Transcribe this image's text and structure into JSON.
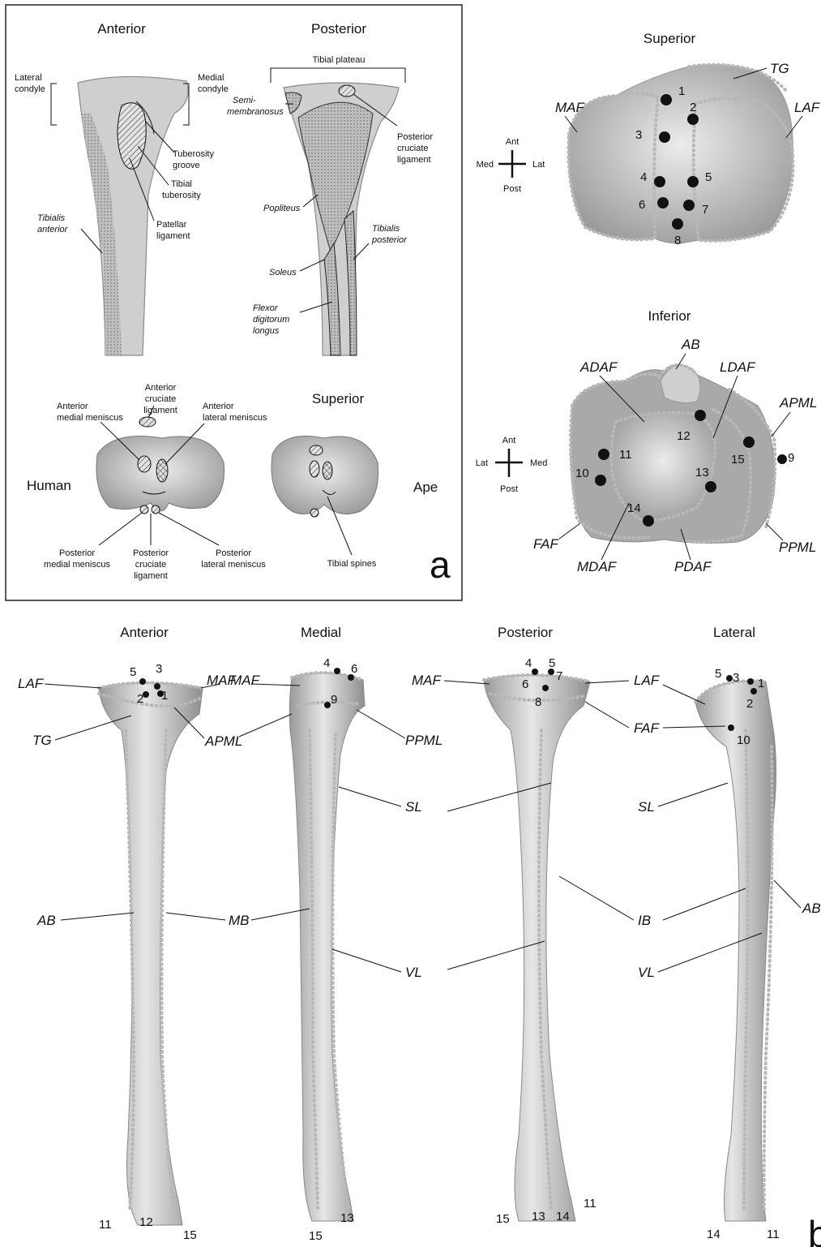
{
  "panel_a": {
    "letter": "a",
    "views": {
      "anterior": "Anterior",
      "posterior": "Posterior",
      "superior": "Superior"
    },
    "labels": {
      "lateral_condyle": [
        "Lateral",
        "condyle"
      ],
      "medial_condyle": [
        "Medial",
        "condyle"
      ],
      "tuberosity_groove": [
        "Tuberosity",
        "groove"
      ],
      "tibial_tuberosity": [
        "Tibial",
        "tuberosity"
      ],
      "patellar_ligament": [
        "Patellar",
        "ligament"
      ],
      "tibialis_anterior": [
        "Tibialis",
        "anterior"
      ],
      "tibial_plateau": "Tibial plateau",
      "semimembranosus": [
        "Semi-",
        "membranosus"
      ],
      "posterior_cruciate_ligament": [
        "Posterior",
        "cruciate",
        "ligament"
      ],
      "popliteus": "Popliteus",
      "soleus": "Soleus",
      "tibialis_posterior": [
        "Tibialis",
        "posterior"
      ],
      "flexor_digitorum_longus": [
        "Flexor",
        "digitorum",
        "longus"
      ],
      "anterior_cruciate_ligament": [
        "Anterior",
        "cruciate",
        "ligament"
      ],
      "anterior_medial_meniscus": [
        "Anterior",
        "medial meniscus"
      ],
      "anterior_lateral_meniscus": [
        "Anterior",
        "lateral meniscus"
      ],
      "posterior_medial_meniscus": [
        "Posterior",
        "medial meniscus"
      ],
      "posterior_cruciate_ligament_2": [
        "Posterior",
        "cruciate",
        "ligament"
      ],
      "posterior_lateral_meniscus": [
        "Posterior",
        "lateral meniscus"
      ],
      "tibial_spines": "Tibial spines",
      "human": "Human",
      "ape": "Ape"
    }
  },
  "superior_view": {
    "title": "Superior",
    "compass": {
      "top": "Ant",
      "bottom": "Post",
      "left": "Med",
      "right": "Lat"
    },
    "abbrevs": {
      "tg": "TG",
      "maf": "MAF",
      "laf": "LAF"
    },
    "numbers": [
      "1",
      "2",
      "3",
      "4",
      "5",
      "6",
      "7",
      "8"
    ]
  },
  "inferior_view": {
    "title": "Inferior",
    "compass": {
      "top": "Ant",
      "bottom": "Post",
      "left": "Lat",
      "right": "Med"
    },
    "abbrevs": {
      "ab": "AB",
      "adaf": "ADAF",
      "ldaf": "LDAF",
      "apml": "APML",
      "faf": "FAF",
      "mdaf": "MDAF",
      "pdaf": "PDAF",
      "ppml": "PPML"
    },
    "numbers": [
      "9",
      "10",
      "11",
      "12",
      "13",
      "14",
      "15"
    ]
  },
  "panel_b": {
    "letter": "b",
    "views": [
      "Anterior",
      "Medial",
      "Posterior",
      "Lateral"
    ],
    "anterior": {
      "laf": "LAF",
      "tg": "TG",
      "apml": "APML",
      "ab": "AB",
      "mb": "MB",
      "n5": "5",
      "n3": "3",
      "n2": "2",
      "n1": "1",
      "n11": "11",
      "n12": "12",
      "n15": "15"
    },
    "medial": {
      "maf": "MAF",
      "ppml": "PPML",
      "sl": "SL",
      "vl": "VL",
      "n4": "4",
      "n6": "6",
      "n9": "9",
      "n13": "13",
      "n15": "15"
    },
    "posterior": {
      "maf": "MAF",
      "laf": "LAF",
      "faf": "FAF",
      "ib": "IB",
      "n4": "4",
      "n5": "5",
      "n6": "6",
      "n7": "7",
      "n8": "8",
      "n15": "15",
      "n13": "13",
      "n14": "14",
      "n11": "11"
    },
    "lateral": {
      "sl": "SL",
      "ab": "AB",
      "vl": "VL",
      "n5": "5",
      "n3": "3",
      "n1": "1",
      "n2": "2",
      "n10": "10",
      "n14": "14",
      "n11": "11"
    }
  }
}
